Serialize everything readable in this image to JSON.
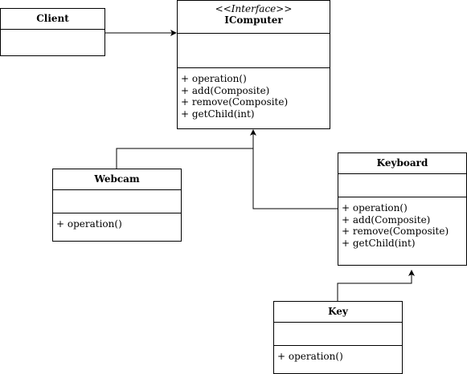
{
  "diagram": {
    "classes": {
      "client": {
        "name": "Client",
        "operations": []
      },
      "icomputer": {
        "stereotype": "<<Interface>>",
        "name": "IComputer",
        "operations": [
          "+ operation()",
          "+ add(Composite)",
          "+ remove(Composite)",
          "+ getChild(int)"
        ]
      },
      "webcam": {
        "name": "Webcam",
        "operations": [
          "+ operation()"
        ]
      },
      "keyboard": {
        "name": "Keyboard",
        "operations": [
          "+ operation()",
          "+ add(Composite)",
          "+ remove(Composite)",
          "+ getChild(int)"
        ]
      },
      "key": {
        "name": "Key",
        "operations": [
          "+ operation()"
        ]
      }
    },
    "relations": [
      {
        "from": "Client",
        "to": "IComputer",
        "kind": "association"
      },
      {
        "from": "Webcam",
        "to": "IComputer",
        "kind": "realization"
      },
      {
        "from": "Keyboard",
        "to": "IComputer",
        "kind": "realization"
      },
      {
        "from": "Key",
        "to": "Keyboard",
        "kind": "association"
      }
    ],
    "colors": {
      "stroke": "#000000",
      "fill": "#ffffff"
    }
  }
}
